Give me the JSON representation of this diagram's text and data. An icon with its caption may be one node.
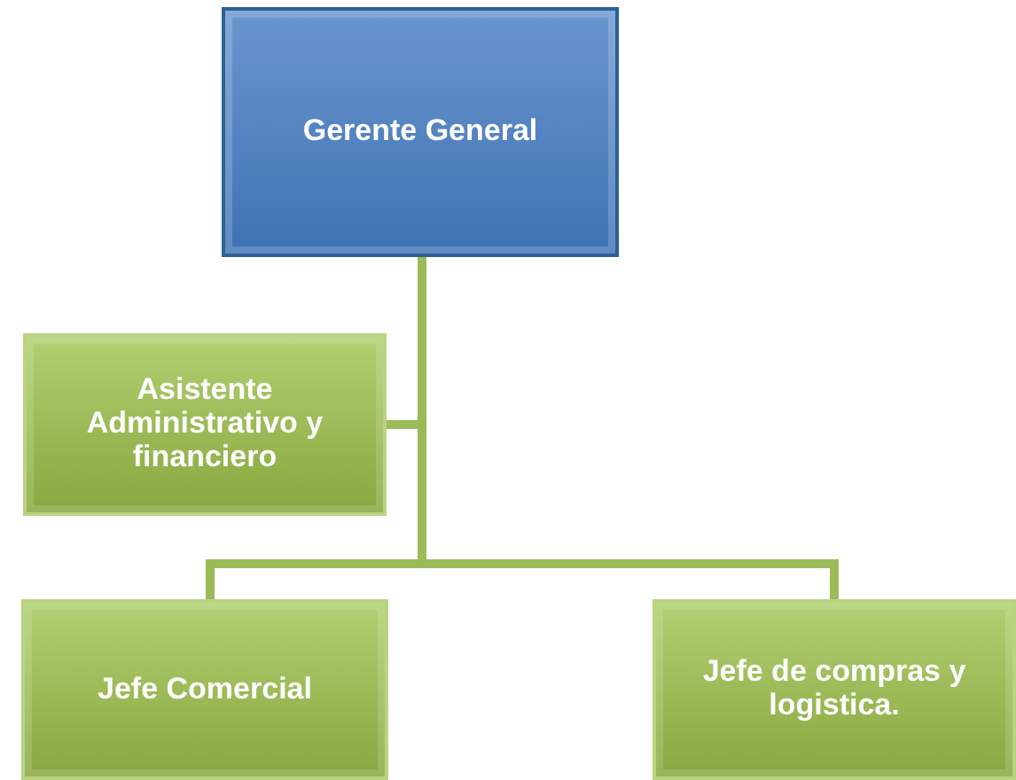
{
  "diagram": {
    "nodes": [
      {
        "text": [
          "Gerente General"
        ]
      },
      {
        "text": [
          "Asistente Administrativo y financiero"
        ]
      },
      {
        "text": [
          "Jefe Comercial"
        ]
      },
      {
        "text": [
          "Jefe de compras y logistica."
        ]
      }
    ],
    "edges": [
      {
        "from": 0,
        "to": 1,
        "arrow": "none"
      },
      {
        "from": 0,
        "to": 2,
        "arrow": "none"
      },
      {
        "from": 0,
        "to": 3,
        "arrow": "none"
      }
    ]
  }
}
